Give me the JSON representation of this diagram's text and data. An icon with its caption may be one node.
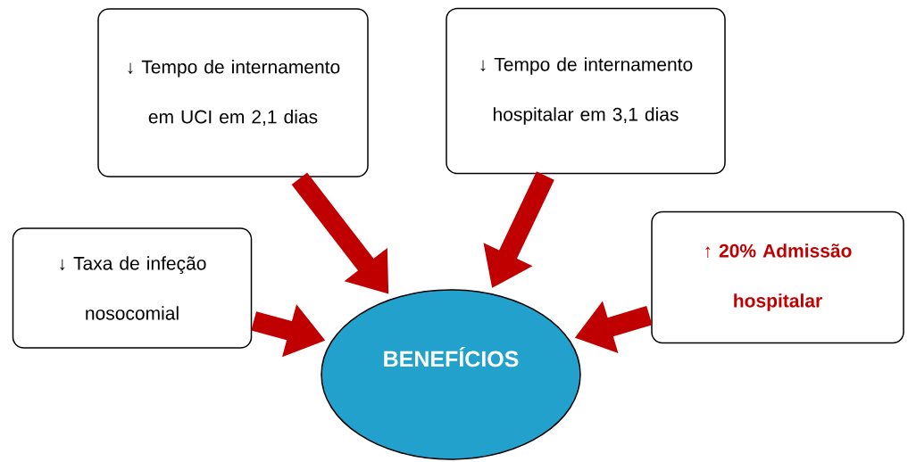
{
  "diagram": {
    "nodes": [
      {
        "text": [
          "↓ Tempo de internamento em UCI em 2,1 dias"
        ]
      },
      {
        "text": [
          "↓ Tempo de internamento hospitalar em 3,1 dias"
        ]
      },
      {
        "text": [
          "↓ Taxa de infeção nosocomial"
        ]
      },
      {
        "text": [
          "↑ 20% Admissão hospitalar"
        ]
      },
      {
        "text": [
          "BENEFÍCIOS"
        ]
      }
    ],
    "edges": [
      {
        "from": 0,
        "to": 4,
        "arrow": "to"
      },
      {
        "from": 1,
        "to": 4,
        "arrow": "to"
      },
      {
        "from": 2,
        "to": 4,
        "arrow": "to"
      },
      {
        "from": 3,
        "to": 4,
        "arrow": "to"
      }
    ]
  }
}
